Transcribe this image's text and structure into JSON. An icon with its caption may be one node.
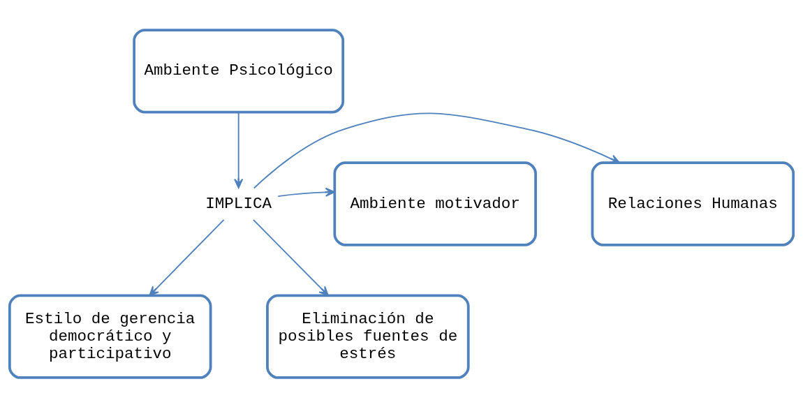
{
  "diagram": {
    "nodes": [
      {
        "text": [
          "Ambiente Psicológico"
        ]
      },
      {
        "text": [
          "IMPLICA"
        ]
      },
      {
        "text": [
          "Relaciones Humanas"
        ]
      },
      {
        "text": [
          "Ambiente motivador"
        ]
      },
      {
        "text": [
          "Estilo de gerencia democrático y participativo"
        ]
      },
      {
        "text": [
          "Eliminación de posibles fuentes de estrés"
        ]
      }
    ],
    "edges": [
      {
        "from": 0,
        "to": 1,
        "arrow": "to"
      },
      {
        "from": 1,
        "to": 2,
        "arrow": "to"
      },
      {
        "from": 1,
        "to": 3,
        "arrow": "to"
      },
      {
        "from": 1,
        "to": 4,
        "arrow": "to"
      },
      {
        "from": 1,
        "to": 5,
        "arrow": "to"
      }
    ]
  }
}
